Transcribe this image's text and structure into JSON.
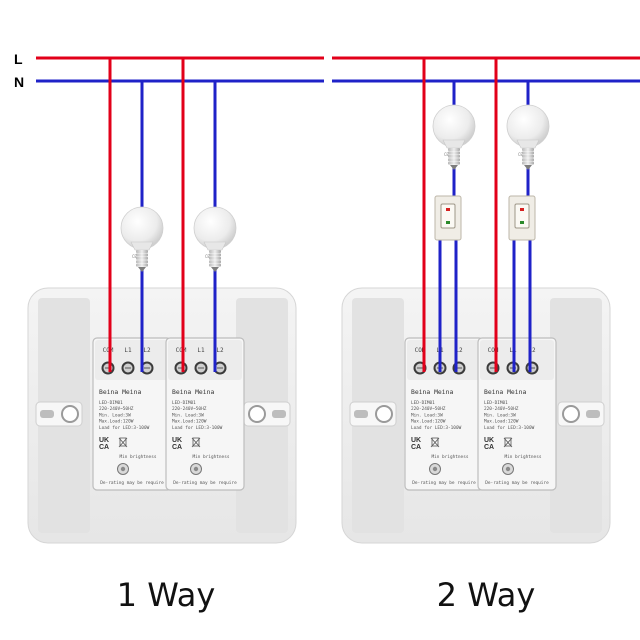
{
  "rails": {
    "live_label": "L",
    "neutral_label": "N"
  },
  "colors": {
    "live": "#e2001a",
    "neutral": "#1f22c8",
    "plate": "#f1f1f1",
    "plate_edge": "#d8d8d8",
    "module": "#f4f4f4"
  },
  "icons": [
    "bulb-icon",
    "rocker-switch-icon",
    "screw-terminal-icon",
    "dimmer-knob-icon",
    "ukca-mark-icon"
  ],
  "module": {
    "brand": "Beina Meina",
    "spec_lines": [
      "LED-DIM01",
      "220-240V~50HZ",
      "Min. Load:3W",
      "Max.Load:120W",
      "Load for LED:3-100W"
    ],
    "cert": [
      "UK",
      "CA"
    ],
    "min_brightness": "Min brightness",
    "footer": "De-rating may be require"
  },
  "one_way": {
    "caption": "1 Way",
    "terminals": [
      "COM",
      "L1",
      "L2"
    ]
  },
  "two_way": {
    "caption": "2 Way",
    "terminals": [
      "COM",
      "L1",
      "L2"
    ]
  }
}
